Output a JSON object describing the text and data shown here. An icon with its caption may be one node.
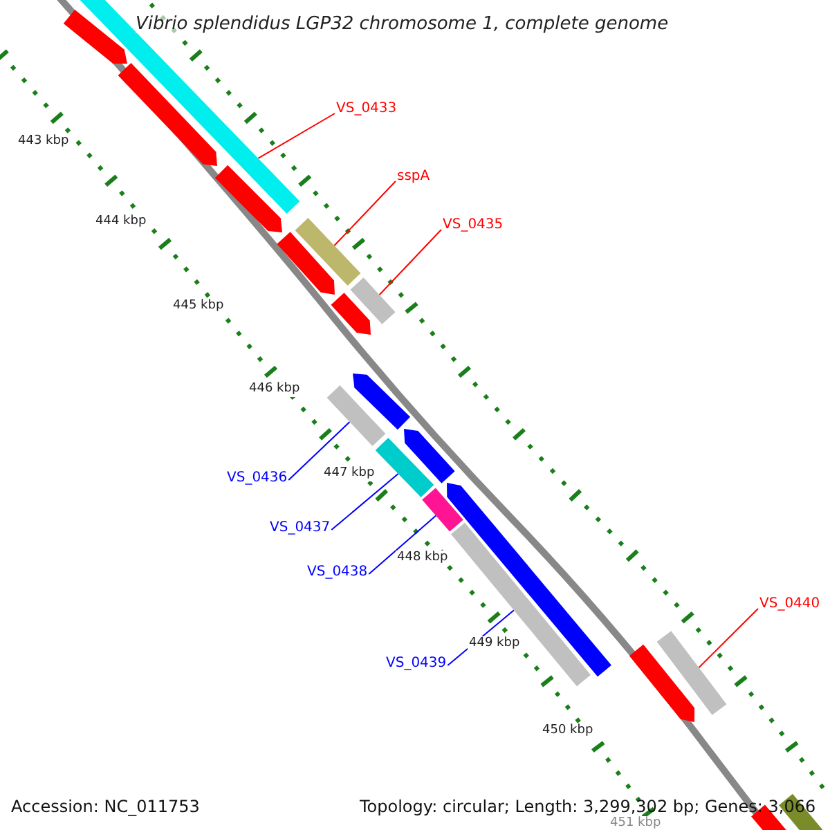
{
  "diagram": {
    "title": "Vibrio splendidus LGP32 chromosome 1, complete genome",
    "nodes": [
      {
        "text": [
          "VS_0433"
        ]
      },
      {
        "text": [
          "sspA"
        ]
      },
      {
        "text": [
          "VS_0435"
        ]
      },
      {
        "text": [
          "VS_0436"
        ]
      },
      {
        "text": [
          "VS_0437"
        ]
      },
      {
        "text": [
          "VS_0438"
        ]
      },
      {
        "text": [
          "VS_0439"
        ]
      },
      {
        "text": [
          "VS_0440"
        ]
      },
      {
        "text": [],
        "shape": "bar"
      },
      {
        "text": [],
        "shape": "bar"
      },
      {
        "text": [],
        "shape": "bar"
      },
      {
        "text": [],
        "shape": "bar"
      },
      {
        "text": [],
        "shape": "bar"
      },
      {
        "text": [],
        "shape": "bar"
      },
      {
        "text": [],
        "shape": "bar"
      },
      {
        "text": [],
        "shape": "bar"
      },
      {
        "text": [],
        "shape": "bar"
      },
      {
        "text": [],
        "shape": "bar"
      },
      {
        "text": [],
        "shape": "bar"
      },
      {
        "text": [],
        "shape": "bar"
      },
      {
        "text": [],
        "shape": "bar"
      },
      {
        "text": [],
        "shape": "bar"
      },
      {
        "text": [],
        "shape": "bar"
      },
      {
        "text": [],
        "shape": "bar"
      },
      {
        "text": [],
        "shape": "bar"
      },
      {
        "text": [],
        "shape": "bar"
      },
      {
        "text": [],
        "shape": "bar"
      }
    ],
    "edges": [
      {
        "from": 0,
        "to": 8,
        "arrow": "none",
        "color": "#ff0000"
      },
      {
        "from": 1,
        "to": 9,
        "arrow": "none",
        "color": "#ff0000"
      },
      {
        "from": 2,
        "to": 10,
        "arrow": "none",
        "color": "#ff0000"
      },
      {
        "from": 3,
        "to": 11,
        "arrow": "none",
        "color": "#0000ff"
      },
      {
        "from": 4,
        "to": 12,
        "arrow": "none",
        "color": "#0000ff"
      },
      {
        "from": 5,
        "to": 13,
        "arrow": "none",
        "color": "#0000ff"
      },
      {
        "from": 6,
        "to": 14,
        "arrow": "none",
        "color": "#0000ff"
      },
      {
        "from": 7,
        "to": 15,
        "arrow": "none",
        "color": "#ff0000"
      }
    ],
    "labels": [
      "443 kbp",
      "444 kbp",
      "445 kbp",
      "446 kbp",
      "447 kbp",
      "448 kbp",
      "449 kbp",
      "450 kbp",
      "451 kbp",
      "Accession: NC_011753",
      "Topology: circular; Length: 3,299,302 bp; Genes: 3,066"
    ]
  }
}
